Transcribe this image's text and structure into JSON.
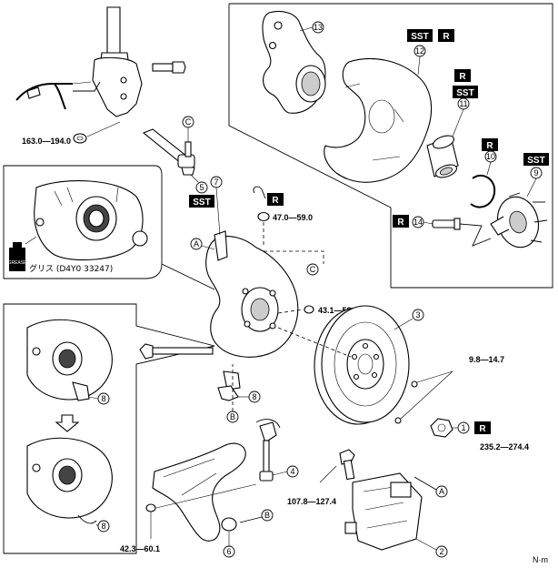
{
  "callouts": {
    "c1": "1",
    "c2": "2",
    "c3": "3",
    "c4": "4",
    "c5": "5",
    "c6": "6",
    "c7": "7",
    "c8a": "8",
    "c8b": "8",
    "c8c": "8",
    "c9": "9",
    "c10": "10",
    "c11": "11",
    "c12": "12",
    "c13": "13",
    "c14": "14"
  },
  "letters": {
    "A1": "A",
    "A2": "A",
    "B1": "B",
    "B2": "B",
    "C1": "C",
    "C2": "C"
  },
  "torques": {
    "t1": "163.0—194.0",
    "t2": "47.0—59.0",
    "t3": "43.1—58.8",
    "t4": "9.8—14.7",
    "t5": "235.2—274.4",
    "t6": "107.8—127.4",
    "t7": "42.3—60.1"
  },
  "tags": {
    "sst": "SST",
    "r": "R"
  },
  "grease_label": "グリス (D4Y0 33247)",
  "grease_icon_text": "GREASE",
  "unit": "N·m"
}
